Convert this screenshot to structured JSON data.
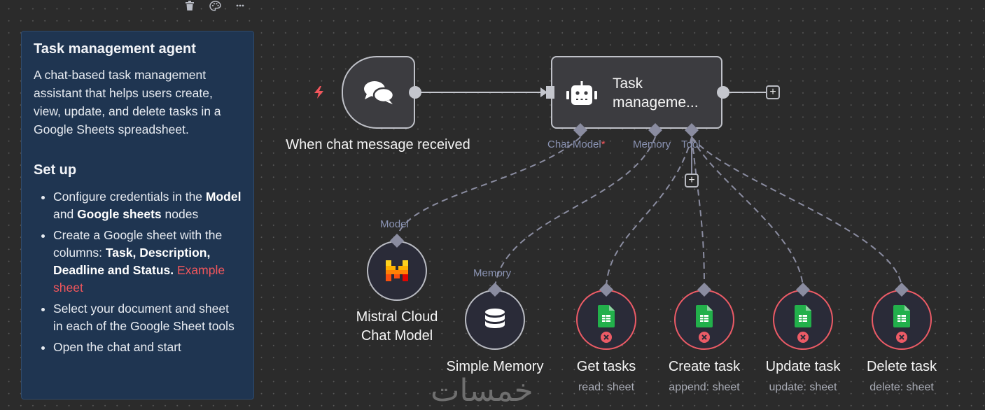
{
  "toolbar": {
    "items": [
      {
        "icon": "trash-icon",
        "label": "Delete"
      },
      {
        "icon": "palette-icon",
        "label": "Change color"
      },
      {
        "icon": "more-icon",
        "label": "More"
      }
    ]
  },
  "sticky_note": {
    "title": "Task management agent",
    "description": "A chat-based task management assistant that helps users create, view, update, and delete tasks in a Google Sheets spreadsheet.",
    "setup_heading": "Set up",
    "steps": [
      {
        "parts": [
          {
            "t": "Configure credentials in the "
          },
          {
            "b": "Model"
          },
          {
            "t": " and "
          },
          {
            "b": "Google sheets"
          },
          {
            "t": " nodes"
          }
        ]
      },
      {
        "parts": [
          {
            "t": "Create a Google sheet with the columns: "
          },
          {
            "b": "Task, Description, Deadline and Status."
          },
          {
            "t": " "
          },
          {
            "a": "Example sheet"
          }
        ]
      },
      {
        "parts": [
          {
            "t": "Select your document and sheet in each of the Google Sheet tools"
          }
        ]
      },
      {
        "parts": [
          {
            "t": "Open the chat and start"
          }
        ]
      }
    ],
    "colors": {
      "background": "#1f3551",
      "link": "#f2565c"
    }
  },
  "nodes": {
    "trigger": {
      "label": "When chat message received",
      "icon": "chat-bubbles-icon",
      "badge_icon": "lightning-icon",
      "badge_color": "#f2565c"
    },
    "agent": {
      "label": "Task manageme...",
      "icon": "robot-icon",
      "ports": {
        "chat_model": "Chat Model",
        "chat_model_required": "*",
        "memory": "Memory",
        "tool": "Tool"
      }
    },
    "model": {
      "label": "Mistral Cloud Chat Model",
      "port_label": "Model",
      "icon": "mistral-logo-icon"
    },
    "memory": {
      "label": "Simple Memory",
      "port_label": "Memory",
      "icon": "database-icon"
    },
    "tools": [
      {
        "label": "Get tasks",
        "sub": "read: sheet",
        "icon": "google-sheets-icon",
        "status": "error"
      },
      {
        "label": "Create task",
        "sub": "append: sheet",
        "icon": "google-sheets-icon",
        "status": "error"
      },
      {
        "label": "Update task",
        "sub": "update: sheet",
        "icon": "google-sheets-icon",
        "status": "error"
      },
      {
        "label": "Delete task",
        "sub": "delete: sheet",
        "icon": "google-sheets-icon",
        "status": "error"
      }
    ]
  },
  "add_buttons": {
    "symbol": "+"
  },
  "watermark": "خمسات",
  "colors": {
    "canvas": "#2b2b2b",
    "error": "#ec5b66",
    "edge": "#8a8ca0",
    "sheets_green": "#22b04b"
  }
}
